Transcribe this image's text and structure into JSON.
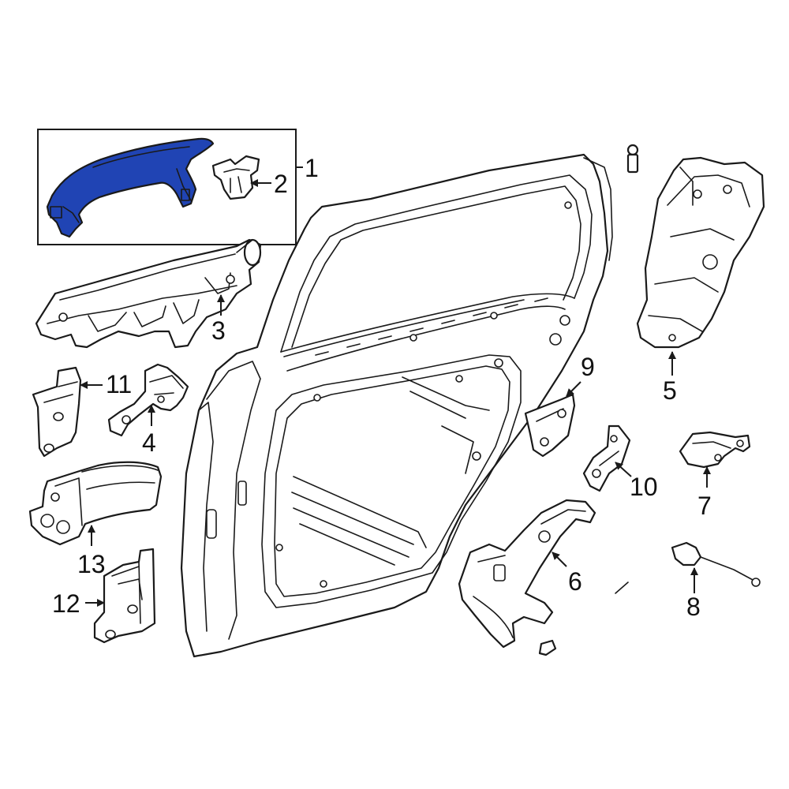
{
  "diagram": {
    "highlight_color": "#2044b4",
    "line_color": "#1a1a1a",
    "background_color": "#ffffff",
    "callouts": [
      {
        "id": "1",
        "label": "1"
      },
      {
        "id": "2",
        "label": "2"
      },
      {
        "id": "3",
        "label": "3"
      },
      {
        "id": "4",
        "label": "4"
      },
      {
        "id": "5",
        "label": "5"
      },
      {
        "id": "6",
        "label": "6"
      },
      {
        "id": "7",
        "label": "7"
      },
      {
        "id": "8",
        "label": "8"
      },
      {
        "id": "9",
        "label": "9"
      },
      {
        "id": "10",
        "label": "10"
      },
      {
        "id": "11",
        "label": "11"
      },
      {
        "id": "12",
        "label": "12"
      },
      {
        "id": "13",
        "label": "13"
      }
    ]
  }
}
